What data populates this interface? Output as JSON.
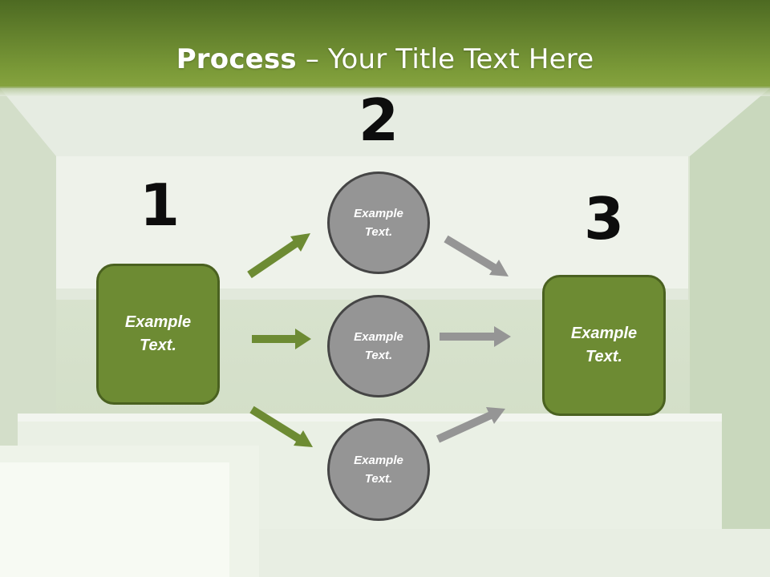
{
  "title": {
    "bold": "Process",
    "rest": " – Your Title Text Here"
  },
  "numbers": {
    "n1": "1",
    "n2": "2",
    "n3": "3"
  },
  "boxes": {
    "left": {
      "line1": "Example",
      "line2": "Text."
    },
    "right": {
      "line1": "Example",
      "line2": "Text."
    }
  },
  "circles": {
    "top": {
      "line1": "Example",
      "line2": "Text."
    },
    "middle": {
      "line1": "Example",
      "line2": "Text."
    },
    "bottom": {
      "line1": "Example",
      "line2": "Text."
    }
  },
  "colors": {
    "header_green": "#6d8b33",
    "box_fill": "#6d8b33",
    "circle_fill": "#959595",
    "green_arrow": "#6d8b33",
    "gray_arrow": "#959595"
  }
}
